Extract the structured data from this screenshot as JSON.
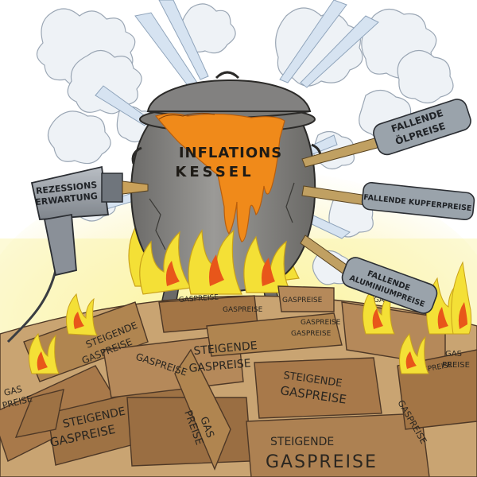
{
  "cauldron": {
    "line1": "INFLATIONS",
    "line2": "KESSEL"
  },
  "drill": {
    "line1": "REZESSIONS",
    "line2": "ERWARTUNG"
  },
  "bits": {
    "oil_line1": "FALLENDE",
    "oil_line2": "ÖLPREISE",
    "copper": "FALLENDE KUPFERPREISE",
    "alu_line1": "FALLENDE",
    "alu_line2": "ALUMINIUMPREISE"
  },
  "logs": {
    "steigende": "STEIGENDE",
    "gaspreise": "GASPREISE",
    "gas": "GAS",
    "preise": "PREISE"
  },
  "colors": {
    "pot": "#8a8986",
    "stew": "#f08a1a",
    "flame_outer": "#f5e23a",
    "flame_inner": "#e84a18",
    "wood": "#a8794a",
    "steam": "#d8e4f0",
    "drill_body": "#9aa0a8"
  }
}
